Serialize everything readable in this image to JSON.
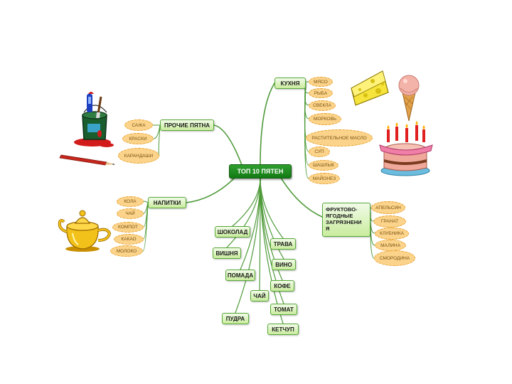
{
  "root": "ТОП 10 ПЯТЕН",
  "branches": {
    "kitchen": {
      "label": "КУХНЯ",
      "items": [
        "МЯСО",
        "РЫБА",
        "СВЕКЛА",
        "МОРКОВЬ",
        "РАСТИТЕЛЬНОЕ МАСЛО",
        "СУП",
        "ШАШЛЫК",
        "МАЙОНЕЗ"
      ]
    },
    "other": {
      "label": "ПРОЧИЕ ПЯТНА",
      "items": [
        "САЖА",
        "КРАСКИ",
        "КАРАНДАШИ"
      ]
    },
    "drinks": {
      "label": "НАПИТКИ",
      "items": [
        "КОЛА",
        "ЧАЙ",
        "КОМПОТ",
        "КАКАО",
        "МОЛОКО"
      ]
    },
    "fruit": {
      "label": "ФРУКТОВО-ЯГОДНЫЕ ЗАГРЯЗНЕНИЯ",
      "label_lines": [
        "ФРУКТОВО-",
        "ЯГОДНЫЕ",
        "ЗАГРЯЗНЕНИ",
        "Я"
      ],
      "items": [
        "АПЕЛЬСИН",
        "ГРАНАТ",
        "КЛУБНИКА",
        "МАЛИНА",
        "СМОРОДИНА"
      ]
    }
  },
  "singles": {
    "left": [
      "ШОКОЛАД",
      "ВИШНЯ",
      "ПОМАДА",
      "ЧАЙ",
      "ПУДРА"
    ],
    "right": [
      "ТРАВА",
      "ВИНО",
      "КОФЕ",
      "ТОМАТ",
      "КЕТЧУП"
    ]
  },
  "colors": {
    "root": "#1b8a1b",
    "node_fill": "#d8f1bf",
    "node_border": "#58a83a",
    "bubble_fill": "#fbd38a",
    "bubble_border": "#e6a02e",
    "link": "#4f9a3a"
  },
  "illustrations": [
    "paint-bucket-icon",
    "pencil-icon",
    "teapot-icon",
    "cheese-icon",
    "ice-cream-icon",
    "birthday-cake-icon"
  ]
}
